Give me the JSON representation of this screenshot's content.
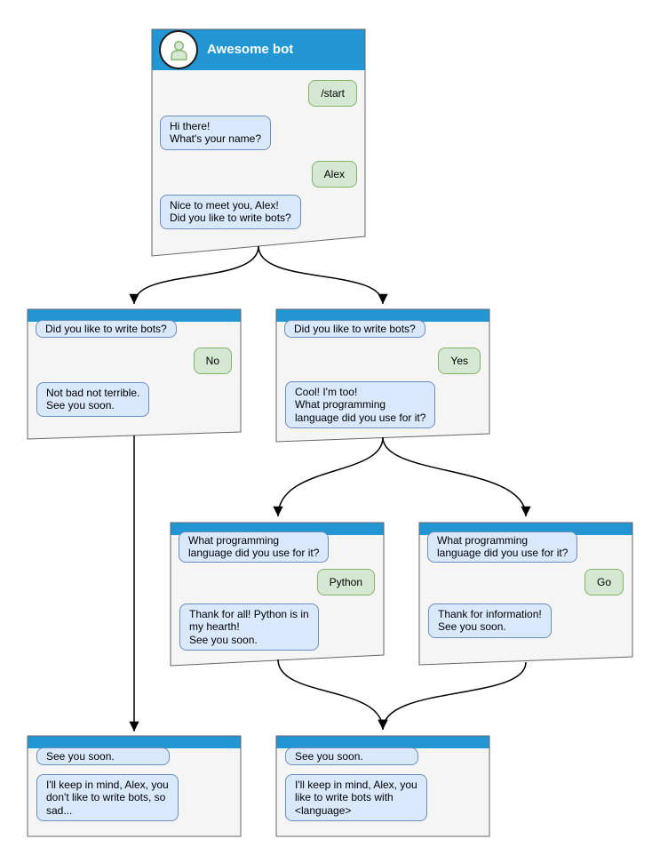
{
  "colors": {
    "header_blue": "#2196d3",
    "window_bg": "#f5f5f5",
    "window_border": "#666666",
    "bot_bubble_bg": "#dae8fc",
    "bot_bubble_border": "#6c8ebf",
    "user_bubble_bg": "#d5e8d4",
    "user_bubble_border": "#82b366",
    "arrow_color": "#000000",
    "title_text": "#ffffff"
  },
  "root_window": {
    "title": "Awesome bot",
    "avatar_icon": "person-icon",
    "messages": {
      "start_command": "/start",
      "greeting": "Hi there!\nWhat's your name?",
      "name_reply": "Alex",
      "question": "Nice to meet you, Alex!\nDid you like to write bots?"
    }
  },
  "branch_no": {
    "question": "Did you like to write bots?",
    "answer": "No",
    "reply": "Not bad not terrible.\nSee you soon."
  },
  "branch_yes": {
    "question": "Did you like to write bots?",
    "answer": "Yes",
    "reply": "Cool! I'm too!\nWhat programming\nlanguage did you use for it?"
  },
  "branch_python": {
    "question": "What programming\nlanguage did you use for it?",
    "answer": "Python",
    "reply": "Thank for all! Python is in\nmy hearth!\nSee you soon."
  },
  "branch_go": {
    "question": "What programming\nlanguage did you use for it?",
    "answer": "Go",
    "reply": "Thank for information!\nSee you soon."
  },
  "end_no": {
    "question": "See you soon.",
    "reply": "I'll keep in mind, Alex, you\ndon't like to write bots, so\nsad..."
  },
  "end_yes": {
    "question": "See you soon.",
    "reply": "I'll keep in mind, Alex, you\nlike to write bots with\n<language>"
  }
}
